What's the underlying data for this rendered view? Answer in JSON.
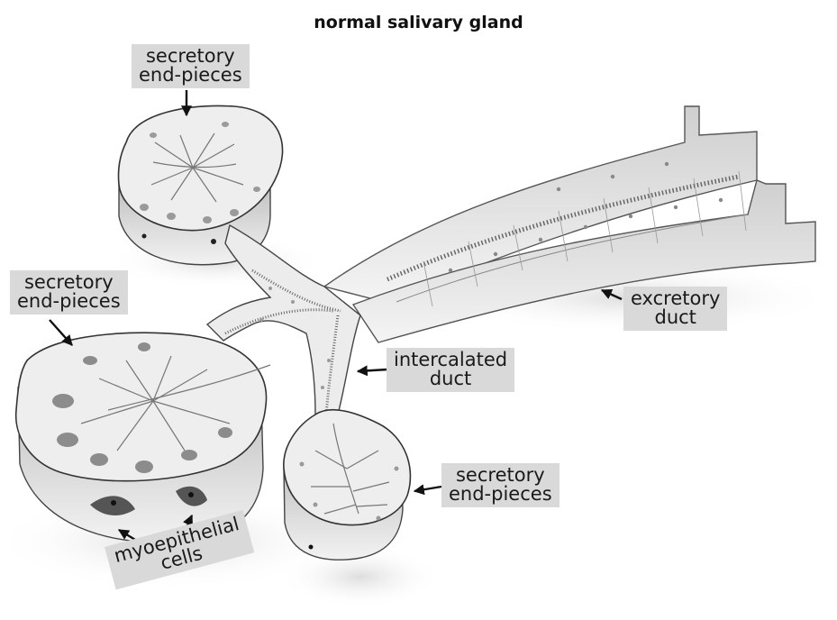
{
  "diagram": {
    "title": "normal salivary gland",
    "labels": {
      "top": {
        "line1": "secretory",
        "line2": "end-pieces"
      },
      "left": {
        "line1": "secretory",
        "line2": "end-pieces"
      },
      "right": {
        "line1": "secretory",
        "line2": "end-pieces"
      },
      "excretory": {
        "line1": "excretory",
        "line2": "duct"
      },
      "intercalated": {
        "line1": "intercalated",
        "line2": "duct"
      },
      "myoepithelial": {
        "line1": "myoepithelial",
        "line2": "cells"
      }
    }
  }
}
